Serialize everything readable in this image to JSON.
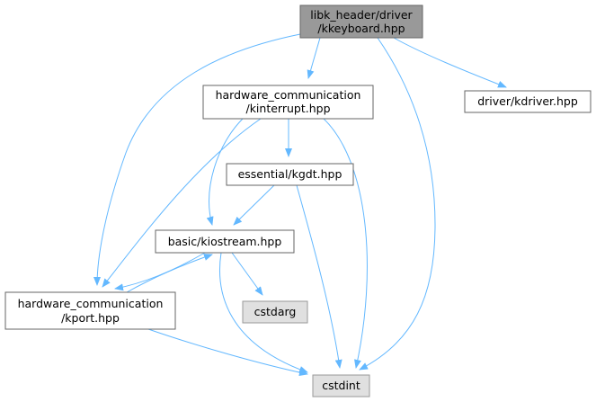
{
  "colors": {
    "edge": "#63b8ff",
    "focus_fill": "#999999",
    "node_fill": "#ffffff",
    "system_fill": "#e0e0e0",
    "node_border": "#666666",
    "system_border": "#999999"
  },
  "nodes": {
    "kkeyboard": {
      "lines": [
        "libk_header/driver",
        "/kkeyboard.hpp"
      ],
      "kind": "focus"
    },
    "kinterrupt": {
      "lines": [
        "hardware_communication",
        "/kinterrupt.hpp"
      ],
      "kind": "file"
    },
    "kdriver": {
      "lines": [
        "driver/kdriver.hpp"
      ],
      "kind": "file"
    },
    "kgdt": {
      "lines": [
        "essential/kgdt.hpp"
      ],
      "kind": "file"
    },
    "kiostream": {
      "lines": [
        "basic/kiostream.hpp"
      ],
      "kind": "file"
    },
    "kport": {
      "lines": [
        "hardware_communication",
        "/kport.hpp"
      ],
      "kind": "file"
    },
    "cstdarg": {
      "lines": [
        "cstdarg"
      ],
      "kind": "system"
    },
    "cstdint": {
      "lines": [
        "cstdint"
      ],
      "kind": "system"
    }
  },
  "edges": [
    {
      "from": "kkeyboard",
      "to": "kinterrupt"
    },
    {
      "from": "kkeyboard",
      "to": "kdriver"
    },
    {
      "from": "kkeyboard",
      "to": "kport"
    },
    {
      "from": "kkeyboard",
      "to": "cstdint"
    },
    {
      "from": "kinterrupt",
      "to": "kgdt"
    },
    {
      "from": "kinterrupt",
      "to": "kiostream"
    },
    {
      "from": "kinterrupt",
      "to": "kport"
    },
    {
      "from": "kinterrupt",
      "to": "cstdint"
    },
    {
      "from": "kgdt",
      "to": "kiostream"
    },
    {
      "from": "kgdt",
      "to": "cstdint"
    },
    {
      "from": "kiostream",
      "to": "kport"
    },
    {
      "from": "kiostream",
      "to": "cstdarg"
    },
    {
      "from": "kiostream",
      "to": "cstdint"
    },
    {
      "from": "kport",
      "to": "kiostream"
    },
    {
      "from": "kport",
      "to": "cstdint"
    }
  ]
}
